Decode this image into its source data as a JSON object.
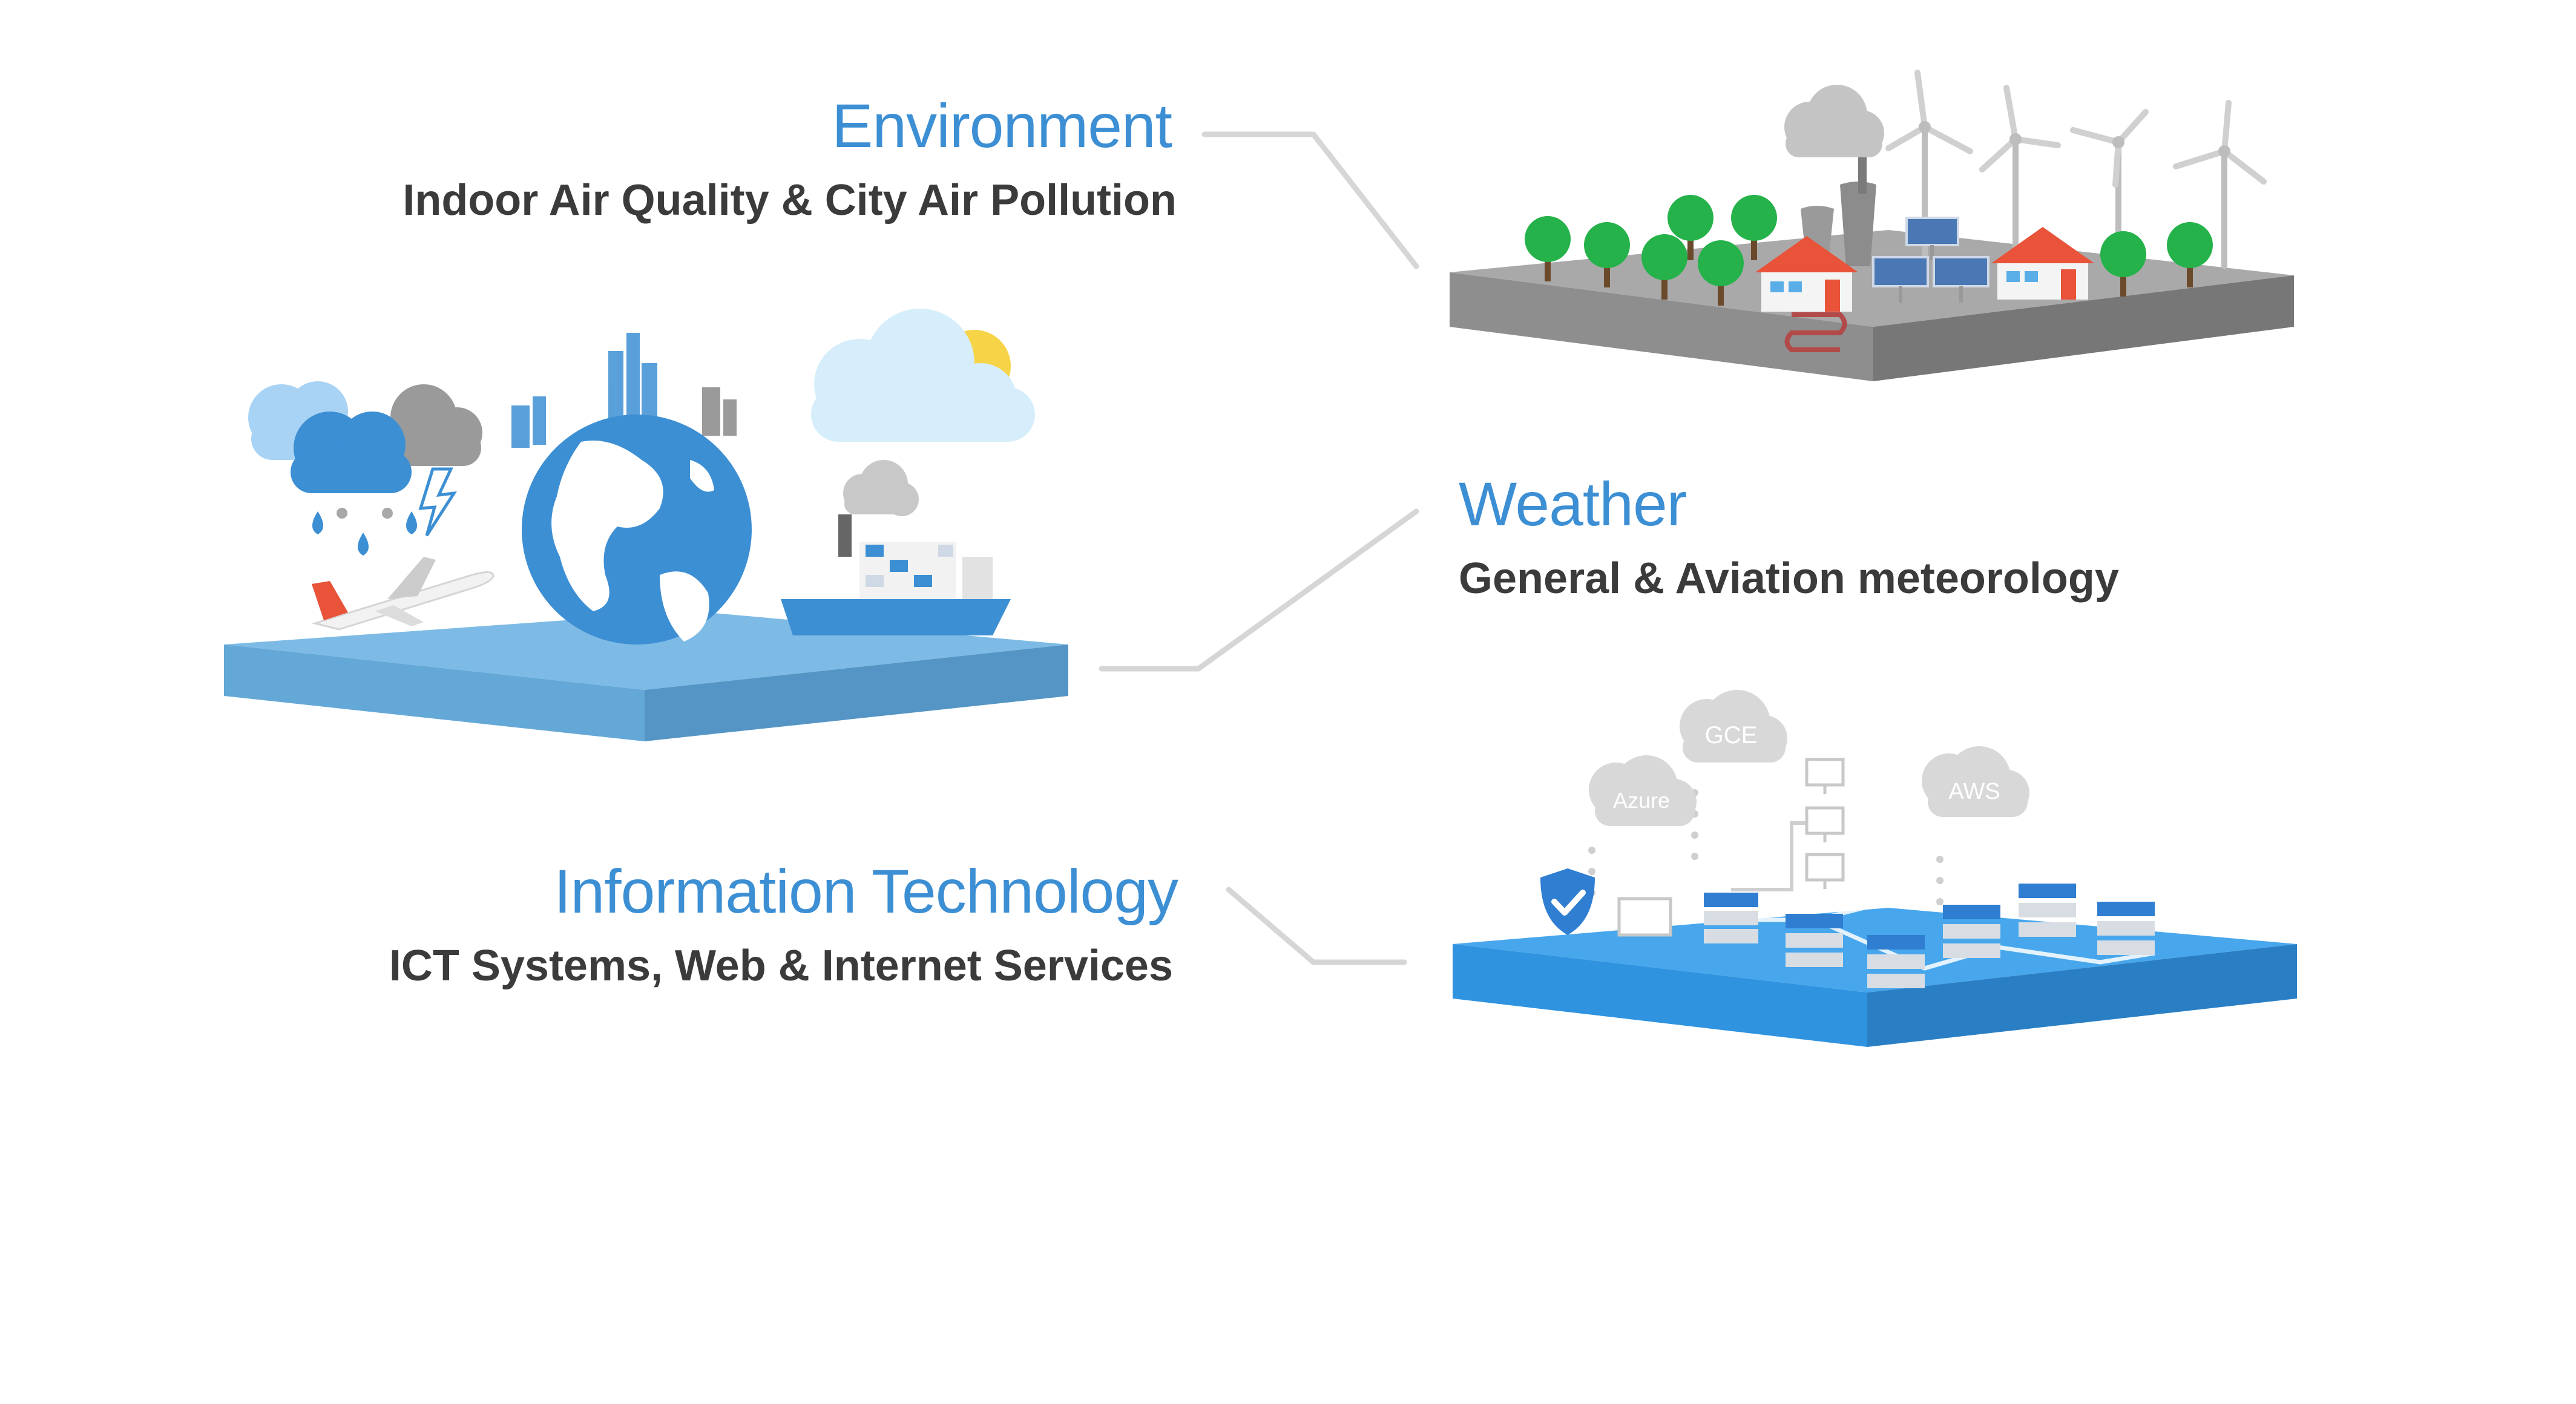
{
  "sections": {
    "environment": {
      "title": "Environment",
      "subtitle": "Indoor Air Quality & City Air Pollution"
    },
    "weather": {
      "title": "Weather",
      "subtitle": "General & Aviation meteorology"
    },
    "it": {
      "title": "Information Technology",
      "subtitle": "ICT Systems, Web & Internet Services"
    }
  },
  "clouds": {
    "gce": "GCE",
    "azure": "Azure",
    "aws": "AWS"
  },
  "colors": {
    "accent": "#3d8fd4",
    "subtitle": "#3b3b3b",
    "connector": "#d6d6d6",
    "env_platform": "#8e8e8e",
    "weather_platform": "#7dbbe6",
    "it_platform": "#2f93e0",
    "tree": "#25b24a",
    "globe": "#3d8fd4"
  },
  "icons": [
    "wind-turbine-icon",
    "solar-panel-icon",
    "tree-icon",
    "house-icon",
    "factory-icon",
    "globe-icon",
    "airplane-icon",
    "ship-icon",
    "rain-cloud-icon",
    "sun-icon",
    "shield-check-icon",
    "server-icon",
    "monitor-icon",
    "cloud-icon"
  ]
}
